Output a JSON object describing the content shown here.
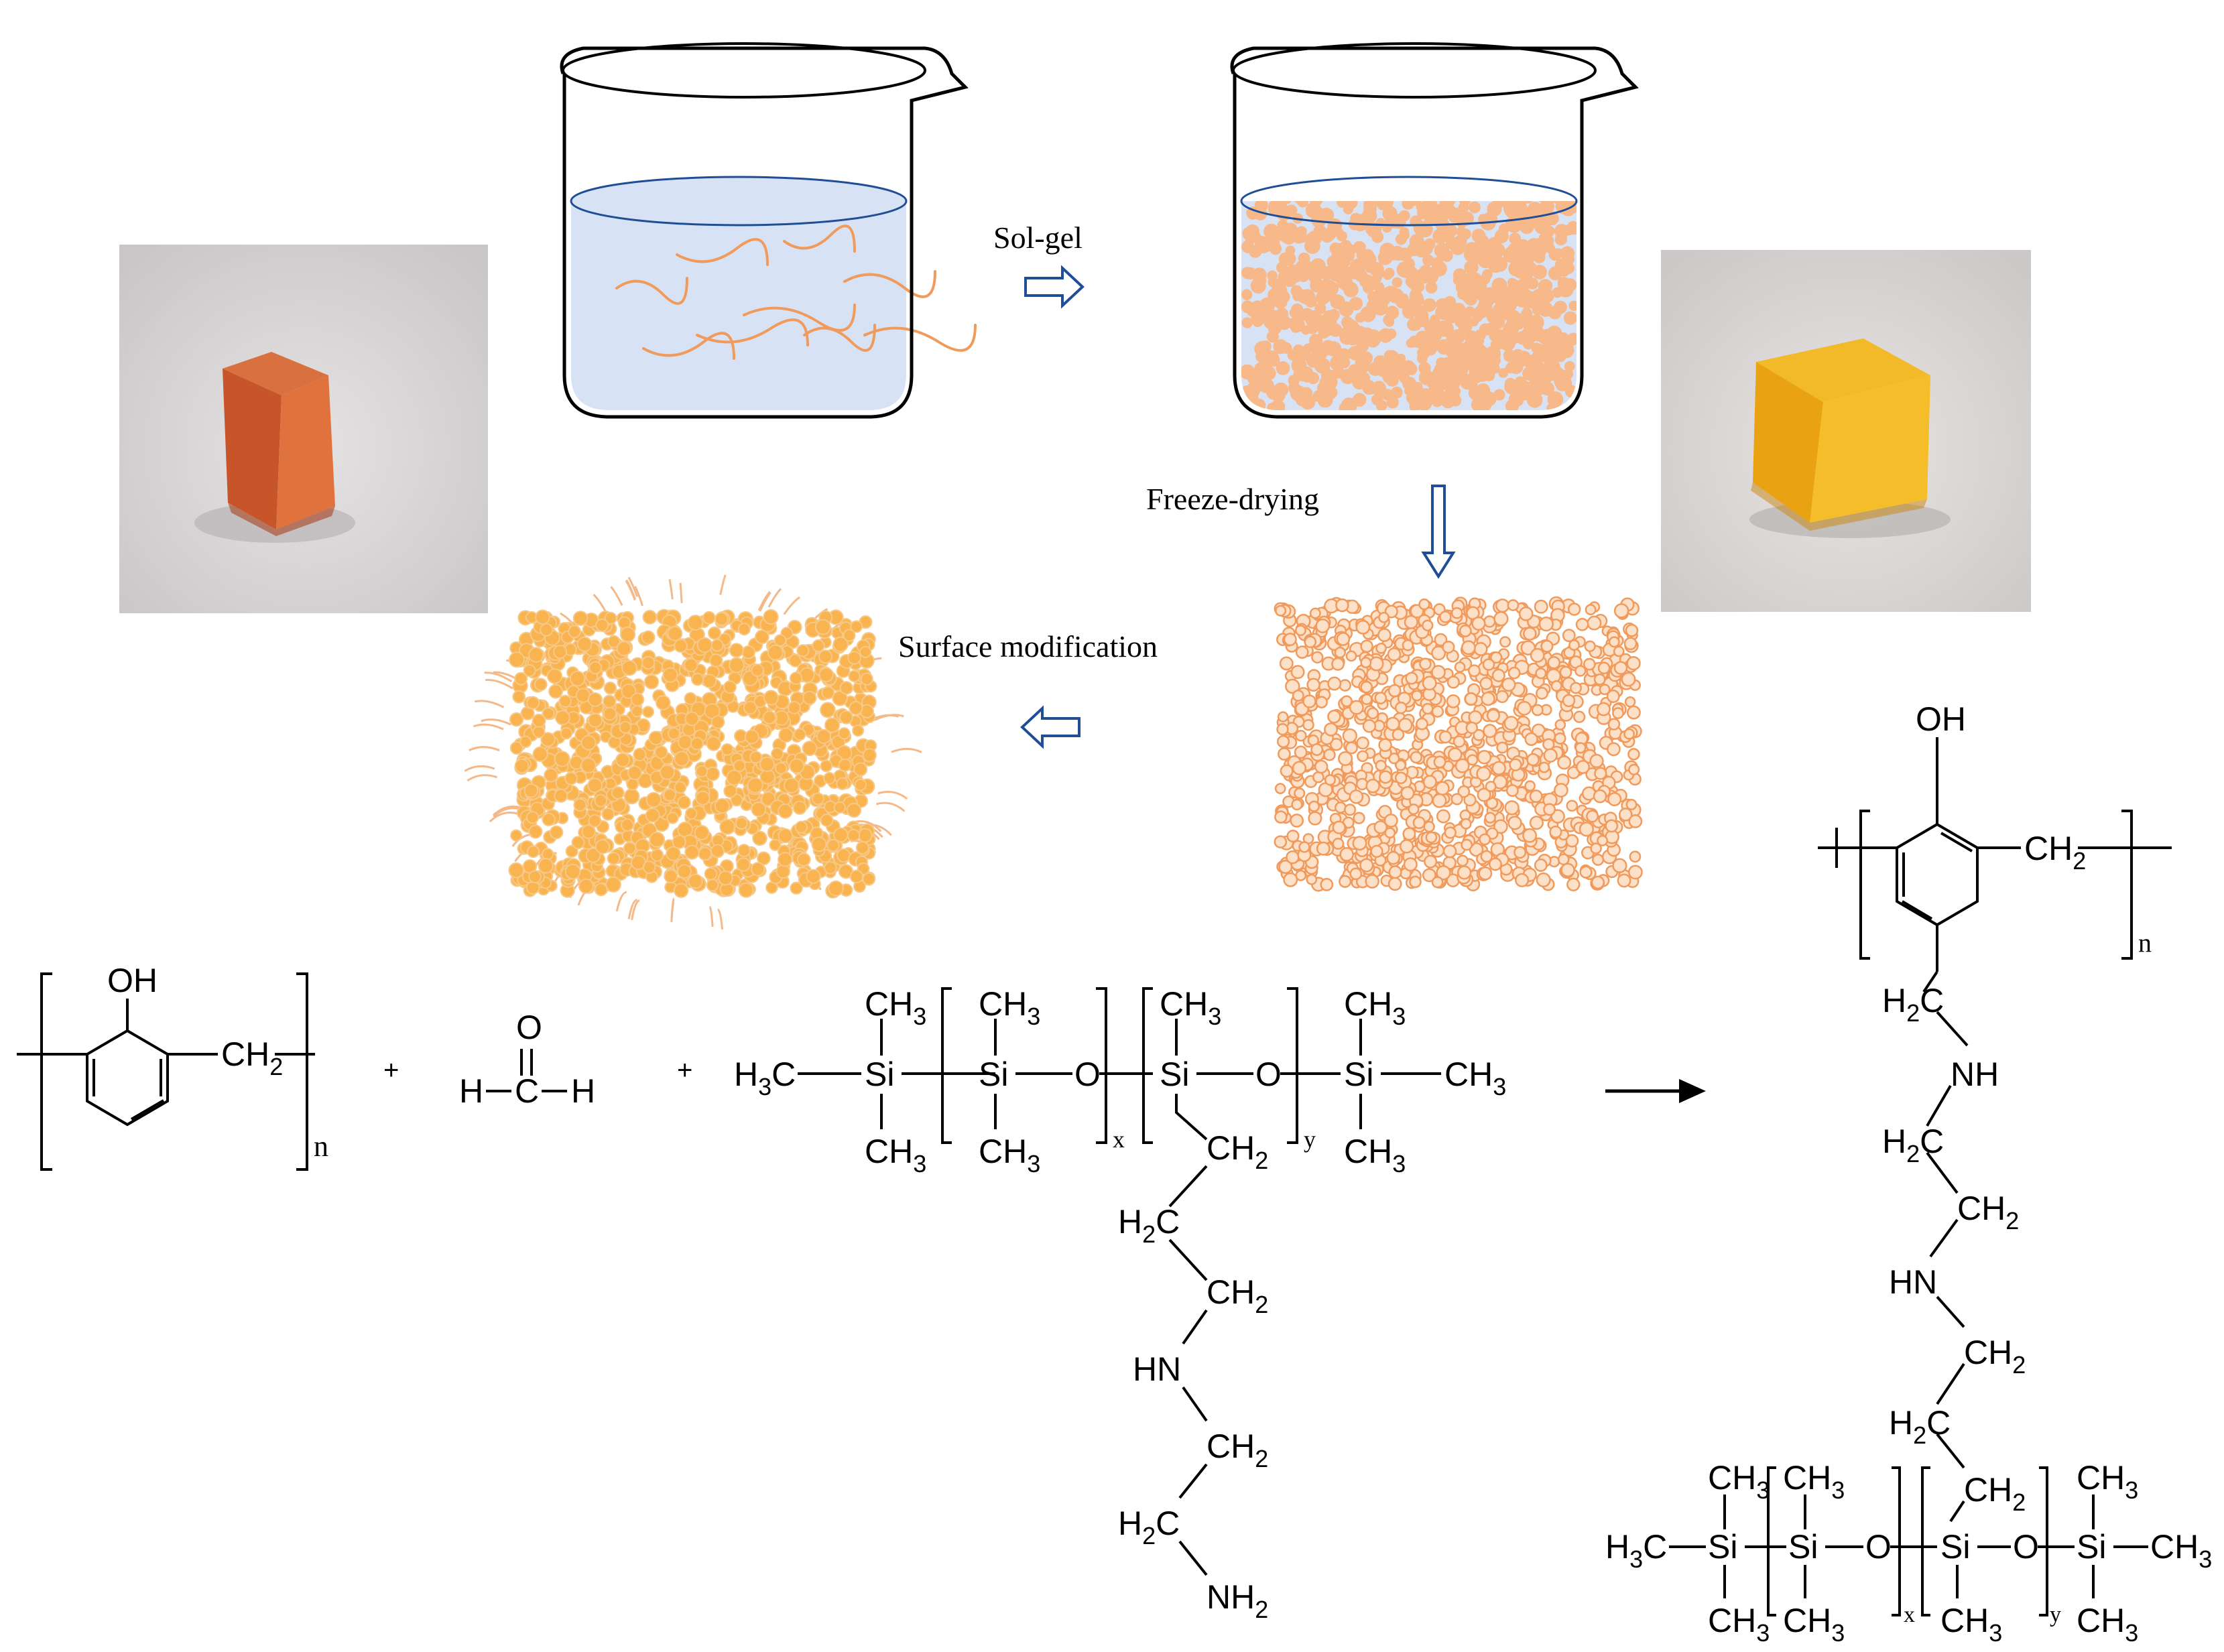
{
  "steps": {
    "sol_gel": "Sol-gel",
    "freeze_drying": "Freeze-drying",
    "surface_modification": "Surface modification"
  },
  "colors": {
    "particle": "#f7b98a",
    "particle_stroke": "#f09a5c",
    "particle_mod": "#f9b450",
    "arrow": "#1f4e96",
    "solution": "#d7e3f4",
    "solution_line": "#1f4e96"
  },
  "chem": {
    "OH": "OH",
    "CH2": "CH",
    "sub2": "2",
    "n": "n",
    "plus": "+",
    "O": "O",
    "H": "H",
    "C": "C",
    "Si": "Si",
    "CH3": "CH",
    "sub3": "3",
    "H3C": "H",
    "H2C": "H",
    "HN": "HN",
    "NH": "NH",
    "NH2": "NH",
    "x": "x",
    "y": "y"
  },
  "icons": {
    "arrow_right": "hollow-arrow-right-icon",
    "arrow_down": "hollow-arrow-down-icon",
    "arrow_left": "hollow-arrow-left-icon",
    "reaction": "reaction-arrow-icon"
  }
}
